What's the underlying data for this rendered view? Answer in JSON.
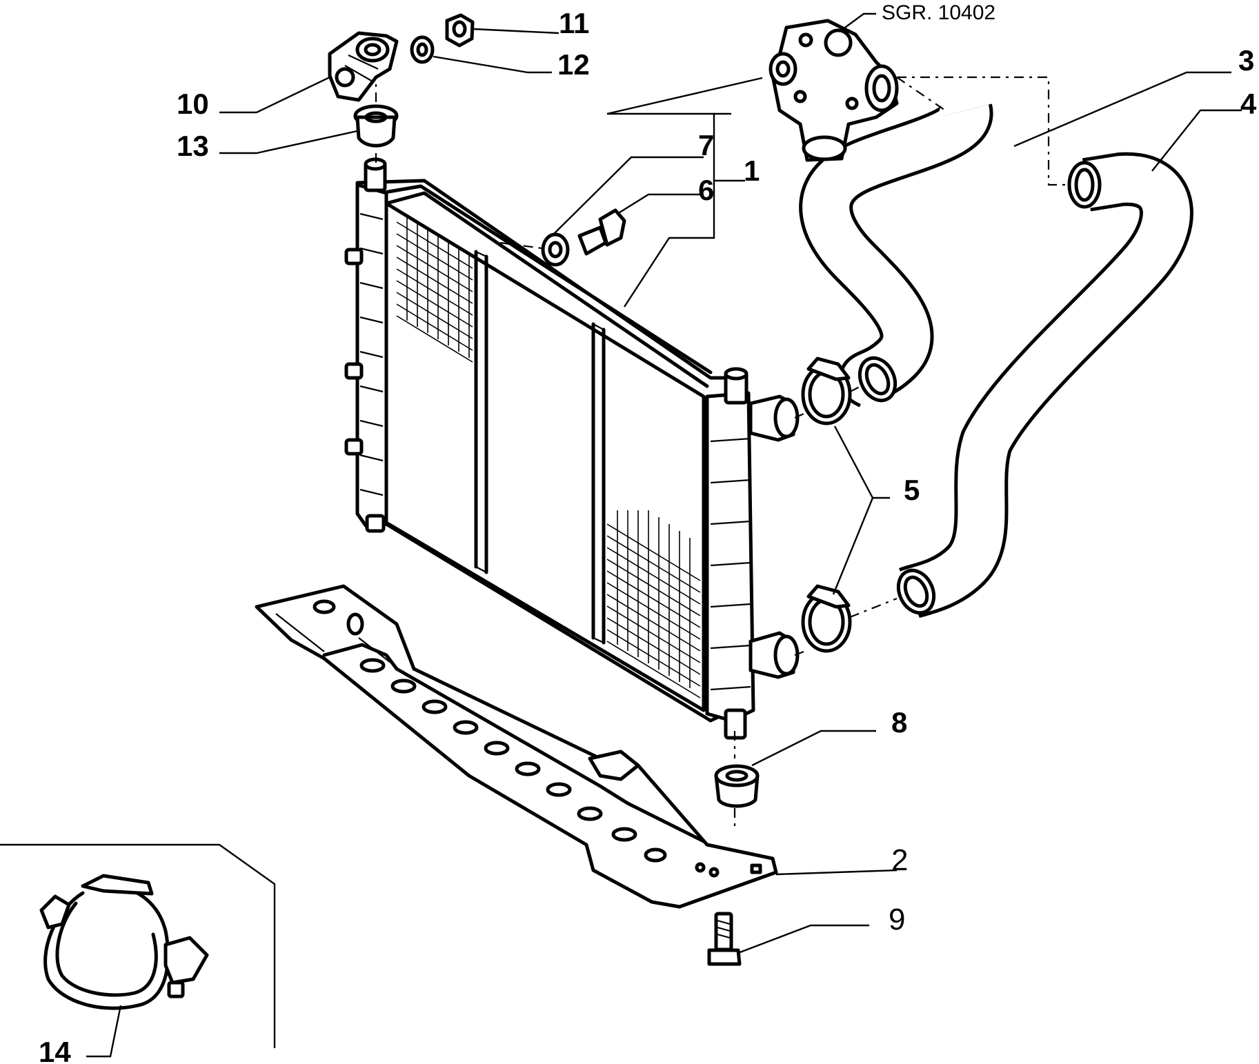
{
  "reference": "SGR. 10402",
  "callouts": {
    "c1": "1",
    "c2": "2",
    "c3": "3",
    "c4": "4",
    "c5": "5",
    "c6": "6",
    "c7": "7",
    "c8": "8",
    "c9": "9",
    "c10": "10",
    "c11": "11",
    "c12": "12",
    "c13": "13",
    "c14": "14"
  }
}
